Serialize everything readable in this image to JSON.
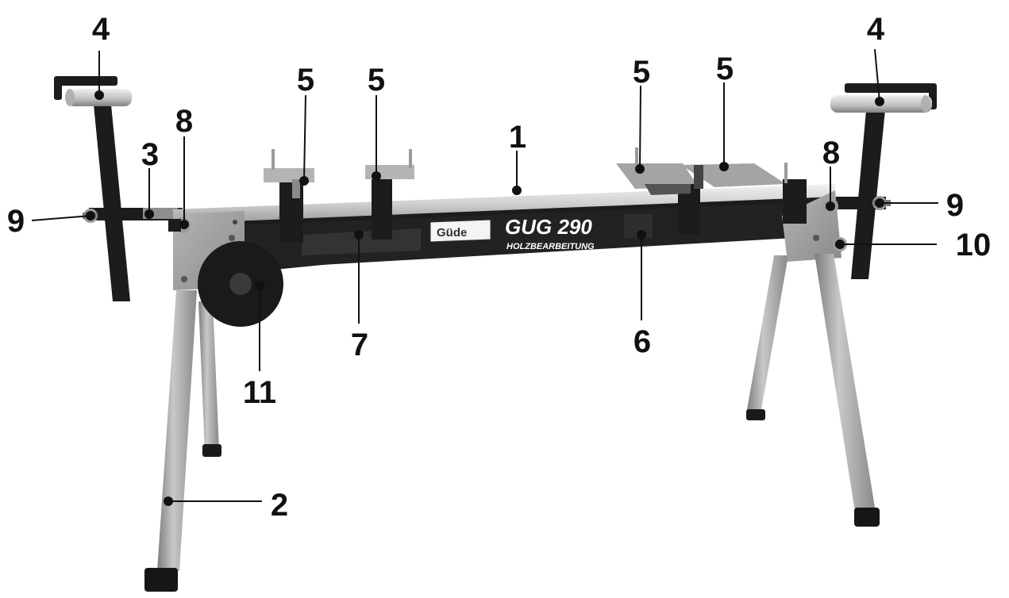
{
  "product": {
    "brand_logo": "Güde",
    "model": "GUG 290",
    "subtitle": "HOLZBEARBEITUNG"
  },
  "callouts": [
    {
      "id": "c4-left",
      "label": "4"
    },
    {
      "id": "c4-right",
      "label": "4"
    },
    {
      "id": "c5-a",
      "label": "5"
    },
    {
      "id": "c5-b",
      "label": "5"
    },
    {
      "id": "c5-c",
      "label": "5"
    },
    {
      "id": "c5-d",
      "label": "5"
    },
    {
      "id": "c1",
      "label": "1"
    },
    {
      "id": "c8-left",
      "label": "8"
    },
    {
      "id": "c8-right",
      "label": "8"
    },
    {
      "id": "c3",
      "label": "3"
    },
    {
      "id": "c9-left",
      "label": "9"
    },
    {
      "id": "c9-right",
      "label": "9"
    },
    {
      "id": "c10",
      "label": "10"
    },
    {
      "id": "c7",
      "label": "7"
    },
    {
      "id": "c6",
      "label": "6"
    },
    {
      "id": "c11",
      "label": "11"
    },
    {
      "id": "c2",
      "label": "2"
    }
  ],
  "colors": {
    "frame": "#1c1c1c",
    "rail": "#d9d9d9",
    "leg": "#a9a9a9",
    "bracket": "#8c8c8c",
    "label": "#111111"
  }
}
